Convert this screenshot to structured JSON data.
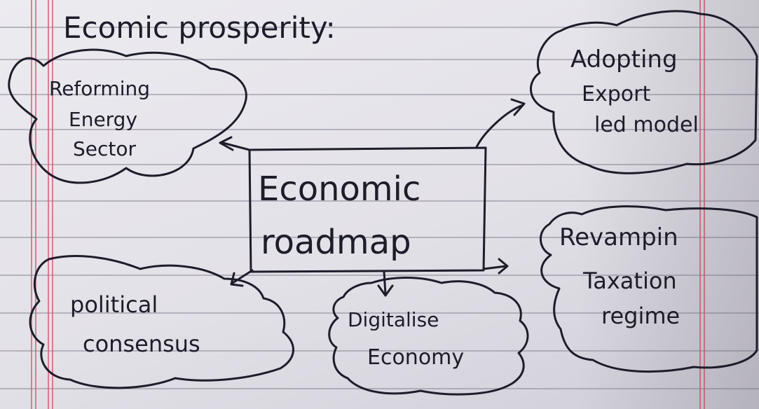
{
  "heading": "Ecomic prosperity:",
  "center": {
    "line1": "Economic",
    "line2": "roadmap"
  },
  "nodes": {
    "energy": {
      "line1": "Reforming",
      "line2": "Energy",
      "line3": "Sector"
    },
    "export": {
      "line1": "Adopting",
      "line2": "Export",
      "line3": "led model"
    },
    "taxation": {
      "line1": "Revampin",
      "line2": "Taxation",
      "line3": "regime"
    },
    "political": {
      "line1": "political",
      "line2": "consensus"
    },
    "digital": {
      "line1": "Digitalise",
      "line2": "Economy"
    }
  },
  "colors": {
    "ink": "#1d1d2a",
    "margin": "#d65b72",
    "rule": "#8d8a98"
  }
}
